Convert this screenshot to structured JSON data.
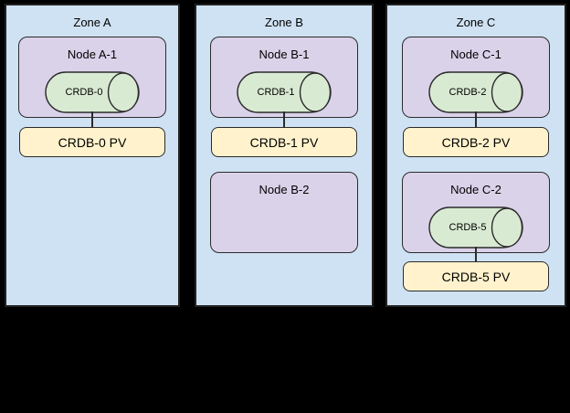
{
  "colors": {
    "canvas_bg": "#000000",
    "zone_fill": "#cfe2f3",
    "zone_border": "#222222",
    "node_fill": "#d9d2e9",
    "pod_fill": "#d9ead3",
    "pv_fill": "#fff2cc",
    "shape_border": "#2b2b2b"
  },
  "zones": [
    {
      "label": "Zone A",
      "items": [
        {
          "type": "node-with-pod",
          "node_label": "Node A-1",
          "pod_label": "CRDB-0",
          "pv_label": "CRDB-0 PV"
        }
      ]
    },
    {
      "label": "Zone B",
      "items": [
        {
          "type": "node-with-pod",
          "node_label": "Node B-1",
          "pod_label": "CRDB-1",
          "pv_label": "CRDB-1 PV"
        },
        {
          "type": "empty-node",
          "node_label": "Node B-2"
        }
      ]
    },
    {
      "label": "Zone C",
      "items": [
        {
          "type": "node-with-pod",
          "node_label": "Node C-1",
          "pod_label": "CRDB-2",
          "pv_label": "CRDB-2 PV"
        },
        {
          "type": "node-with-pod",
          "node_label": "Node C-2",
          "pod_label": "CRDB-5",
          "pv_label": "CRDB-5 PV"
        }
      ]
    }
  ]
}
